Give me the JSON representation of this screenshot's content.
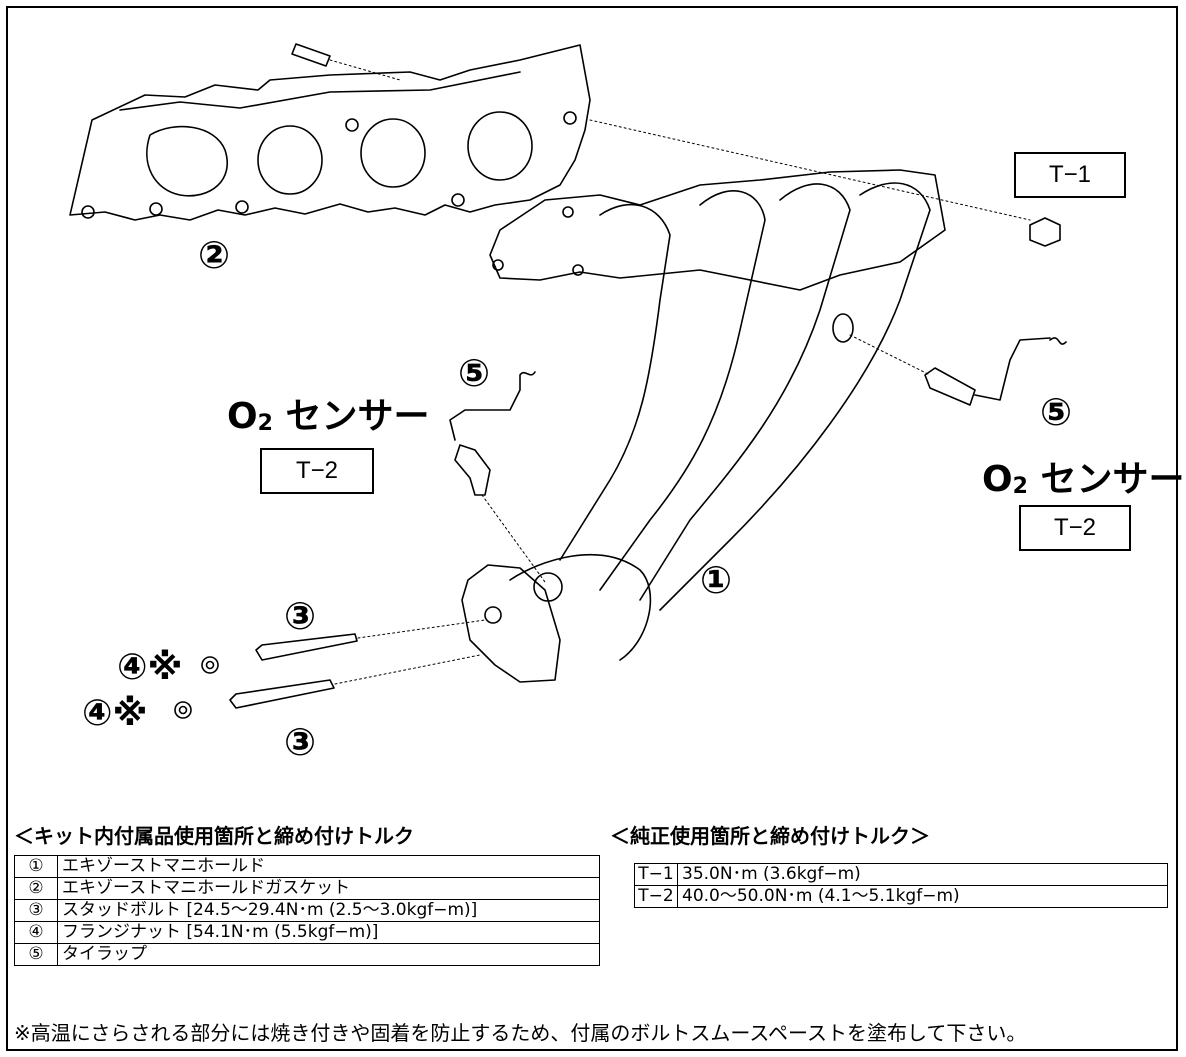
{
  "callouts": {
    "c1": "①",
    "c2": "②",
    "c3a": "③",
    "c3b": "③",
    "c4a": "④※",
    "c4b": "④※",
    "c5a": "⑤",
    "c5b": "⑤"
  },
  "sensor_labels": {
    "left_o": "O",
    "left_sub": "2",
    "left_rest": " センサー",
    "right_o": "O",
    "right_sub": "2",
    "right_rest": " センサー"
  },
  "torque_tags": {
    "t1": "T−1",
    "t2_left": "T−2",
    "t2_right": "T−2"
  },
  "kit_section": {
    "title": "＜キット内付属品使用箇所と締め付けトルク",
    "rows": [
      {
        "num": "①",
        "desc": "エキゾーストマニホールド"
      },
      {
        "num": "②",
        "desc": "エキゾーストマニホールドガスケット"
      },
      {
        "num": "③",
        "desc": "スタッドボルト [24.5〜29.4N･m (2.5〜3.0kgf−m)]"
      },
      {
        "num": "④",
        "desc": "フランジナット [54.1N･m (5.5kgf−m)]"
      },
      {
        "num": "⑤",
        "desc": "タイラップ"
      }
    ]
  },
  "oem_section": {
    "title": "＜純正使用箇所と締め付けトルク＞",
    "rows": [
      {
        "num": "T−1",
        "desc": "35.0N･m (3.6kgf−m)"
      },
      {
        "num": "T−2",
        "desc": "40.0〜50.0N･m (4.1〜5.1kgf−m)"
      }
    ]
  },
  "footnote": "※高温にさらされる部分には焼き付きや固着を防止するため、付属のボルトスムースペーストを塗布して下さい。"
}
